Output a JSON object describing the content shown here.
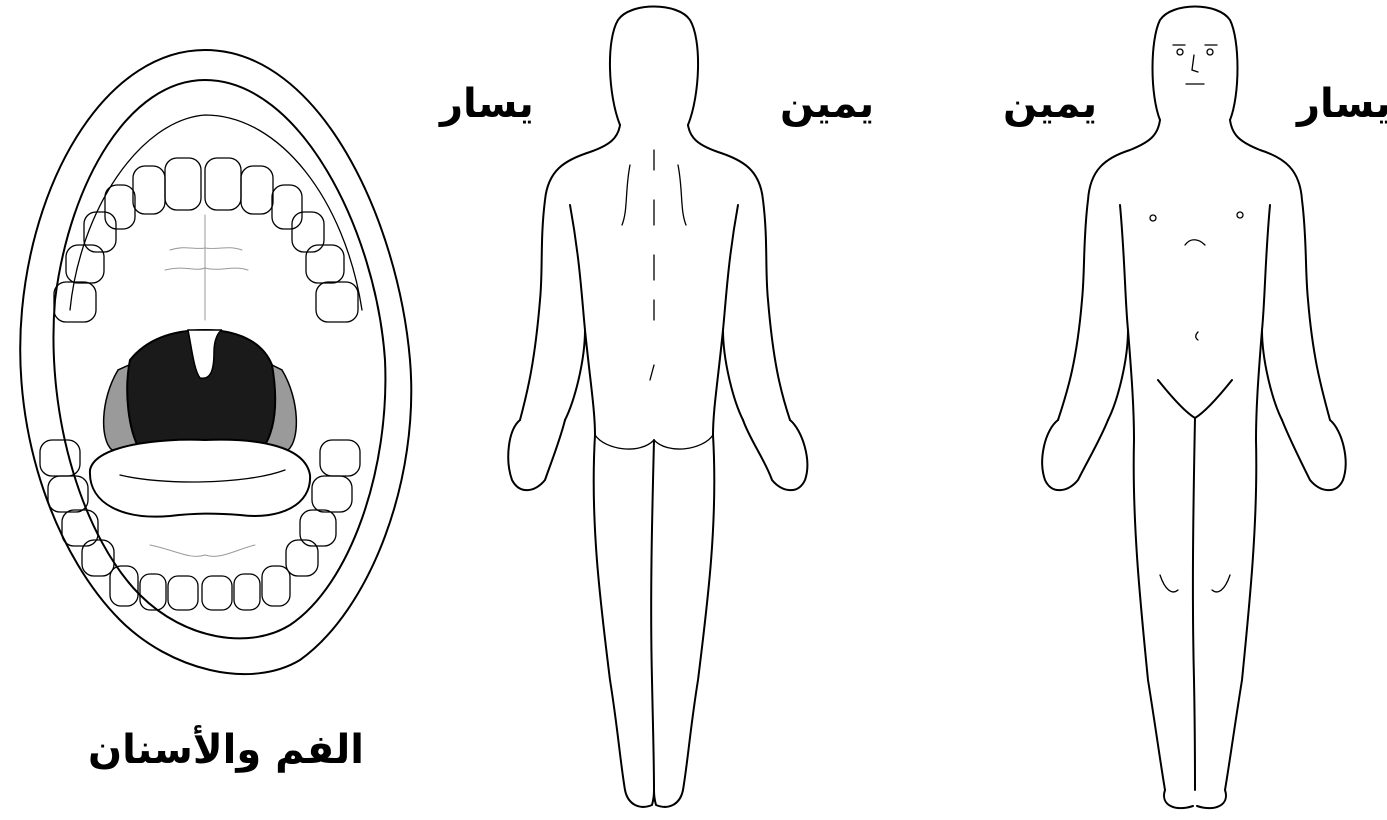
{
  "labels": {
    "mouth_teeth": "الفم والأسنان",
    "back_left": "يسار",
    "back_right": "يمين",
    "front_right": "يمين",
    "front_left": "يسار"
  },
  "figures": {
    "mouth": "open-mouth-teeth-illustration",
    "back_body": "body-back-view-outline",
    "front_body": "body-front-view-outline"
  },
  "colors": {
    "line": "#000000",
    "throat": "#1a1a1a",
    "tonsil": "#9a9a9a",
    "background": "#ffffff"
  }
}
